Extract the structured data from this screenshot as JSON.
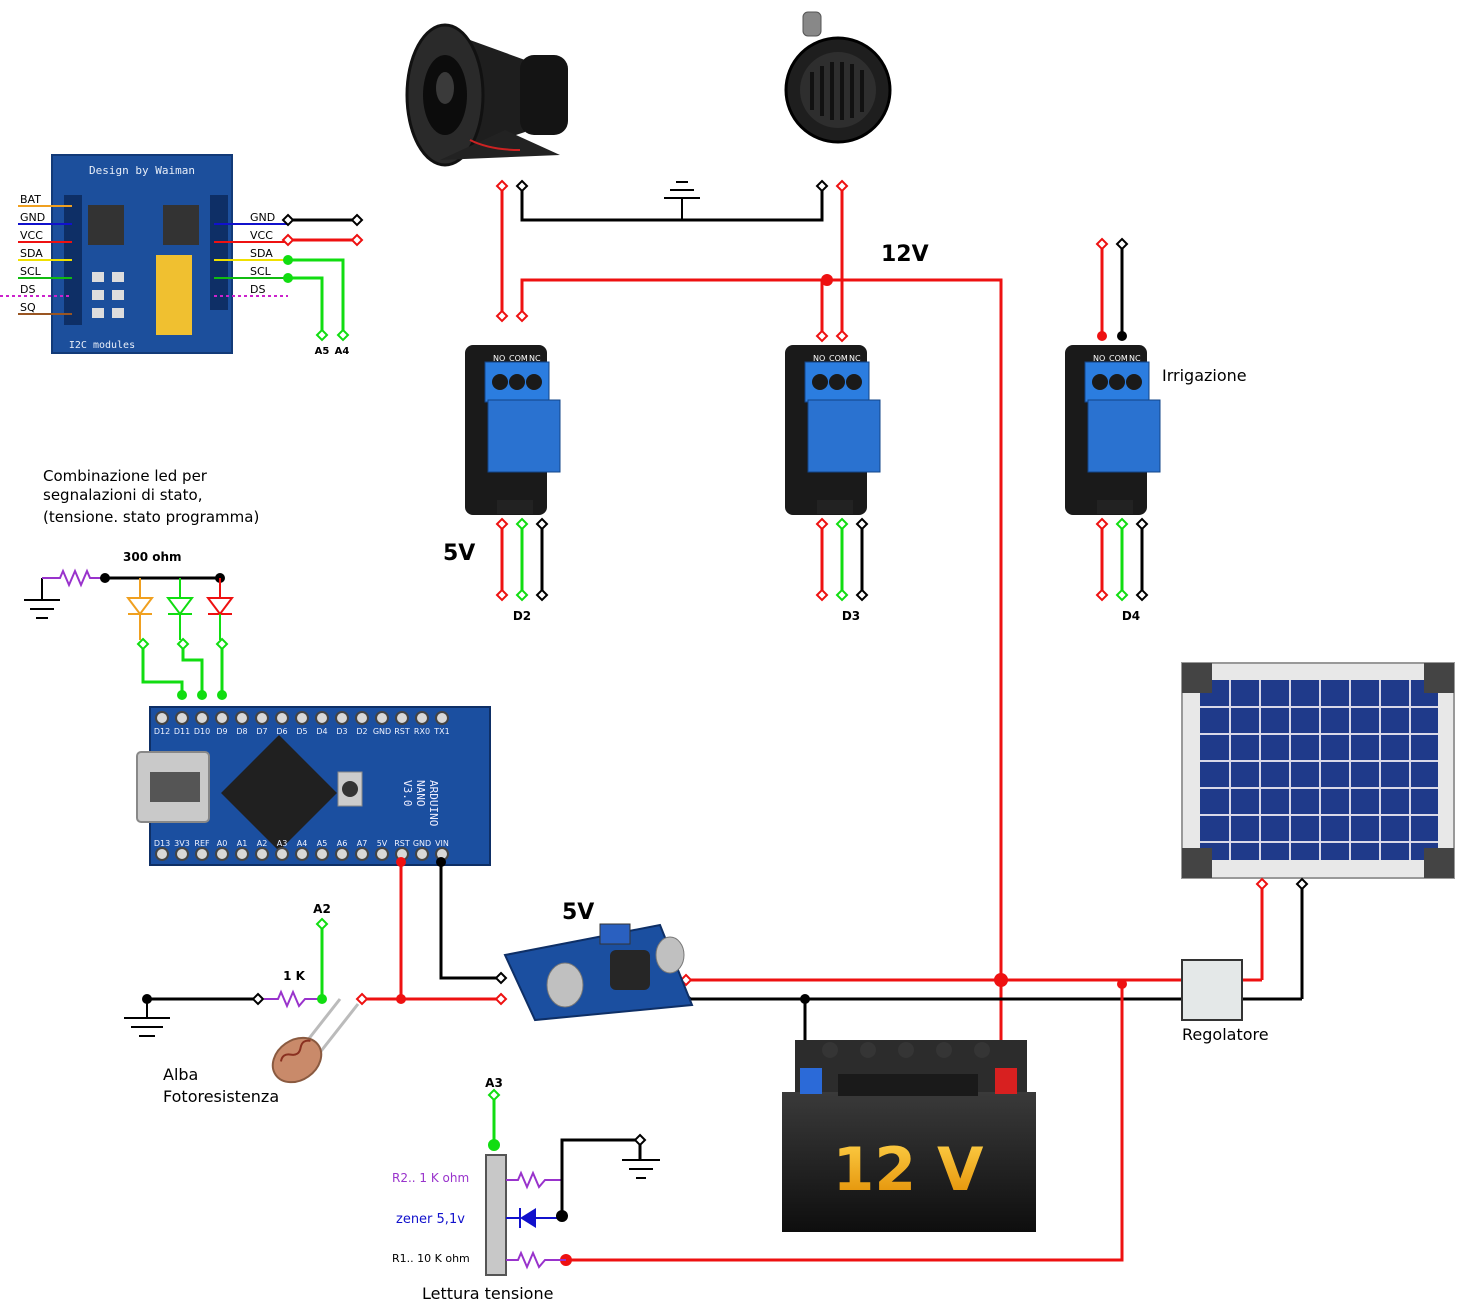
{
  "labels": {
    "v12_top": "12V",
    "v5_relays": "5V",
    "v5_converter": "5V",
    "irrigazione": "Irrigazione",
    "led_note_1": "Combinazione led per",
    "led_note_2": "segnalazioni di stato,",
    "led_note_3": "(tensione. stato programma)",
    "ohm300": "300 ohm",
    "a2": "A2",
    "k1": "1 K",
    "alba": "Alba",
    "fotoresistenza": "Fotoresistenza",
    "a3": "A3",
    "r2": "R2.. 1 K ohm",
    "zener": "zener 5,1v",
    "r1": "R1.. 10 K ohm",
    "lettura": "Lettura tensione",
    "regolatore": "Regolatore",
    "battery": "12 V",
    "relay_outputs": [
      "D2",
      "D3",
      "D4"
    ],
    "a5": "A5",
    "a4": "A4"
  },
  "i2c_module": {
    "title": "Design by Waiman",
    "footer": "I2C modules",
    "left_pins": [
      "BAT",
      "GND",
      "VCC",
      "SDA",
      "SCL",
      "DS",
      "SQ"
    ],
    "right_pins": [
      "GND",
      "VCC",
      "SDA",
      "SCL",
      "DS"
    ]
  },
  "relay_terminals": [
    "NO",
    "COM",
    "NC"
  ],
  "arduino": {
    "top_pins": [
      "D12",
      "D11",
      "D10",
      "D9",
      "D8",
      "D7",
      "D6",
      "D5",
      "D4",
      "D3",
      "D2",
      "GND",
      "RST",
      "RX0",
      "TX1"
    ],
    "bottom_pins": [
      "D13",
      "3V3",
      "REF",
      "A0",
      "A1",
      "A2",
      "A3",
      "A4",
      "A5",
      "A6",
      "A7",
      "5V",
      "RST",
      "GND",
      "VIN"
    ],
    "board_text": [
      "ARDUINO",
      "NANO",
      "V3.0"
    ]
  },
  "colors": {
    "red": "#ee1111",
    "black": "#000000",
    "green": "#11dd11",
    "purple": "#9933cc",
    "blue": "#1111cc",
    "orange": "#f0a020",
    "yellow": "#f0e000"
  }
}
